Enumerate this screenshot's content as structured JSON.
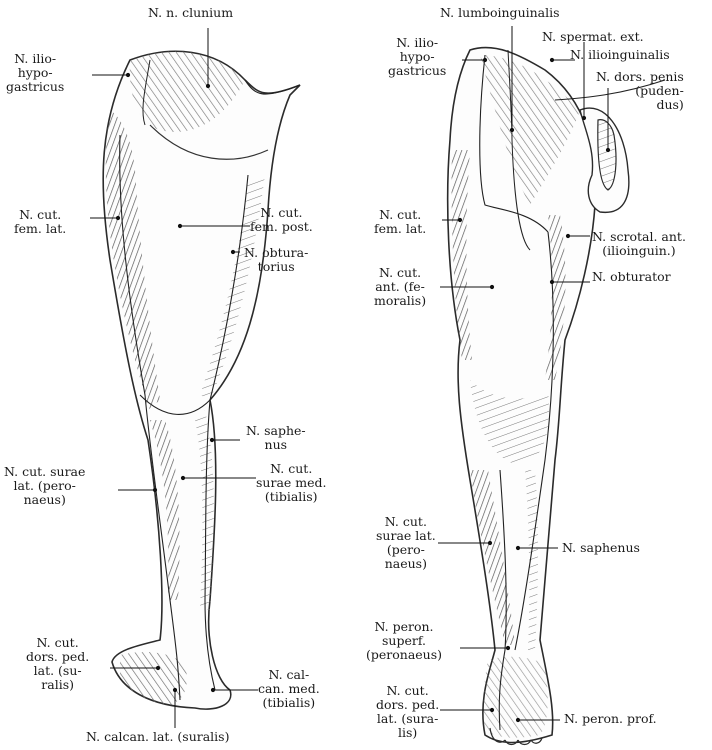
{
  "posterior": {
    "clunium": [
      "N. n. clunium"
    ],
    "iliohypogastricus": [
      "N. ilio-",
      "hypo-",
      "gastricus"
    ],
    "cut_fem_lat": [
      "N. cut.",
      "fem. lat."
    ],
    "cut_fem_post": [
      "N. cut.",
      "fem. post."
    ],
    "obturatorius": [
      "N. obtura-",
      "torius"
    ],
    "saphenus": [
      "N. saphe-",
      "nus"
    ],
    "surae_lat": [
      "N. cut. surae",
      "lat. (pero-",
      "naeus)"
    ],
    "surae_med": [
      "N. cut.",
      "surae med.",
      "(tibialis)"
    ],
    "dors_ped_lat": [
      "N. cut.",
      "dors. ped.",
      "lat. (su-",
      "ralis)"
    ],
    "calcan_med": [
      "N. cal-",
      "can. med.",
      "(tibialis)"
    ],
    "calcan_lat": [
      "N. calcan. lat. (suralis)"
    ]
  },
  "anterior": {
    "lumboinguinalis": [
      "N. lumboinguinalis"
    ],
    "iliohypogastricus": [
      "N. ilio-",
      "hypo-",
      "gastricus"
    ],
    "spermat_ext": [
      "N. spermat. ext."
    ],
    "ilioinguinalis": [
      "N. ilioinguinalis"
    ],
    "dors_penis": [
      "N. dors. penis",
      "(puden-",
      "dus)"
    ],
    "cut_fem_lat": [
      "N. cut.",
      "fem. lat."
    ],
    "scrotal_ant": [
      "N. scrotal. ant.",
      "(ilioinguin.)"
    ],
    "cut_ant": [
      "N. cut.",
      "ant. (fe-",
      "moralis)"
    ],
    "obturator": [
      "N. obturator"
    ],
    "surae_lat": [
      "N. cut.",
      "surae lat.",
      "(pero-",
      "naeus)"
    ],
    "saphenus": [
      "N. saphenus"
    ],
    "peron_superf": [
      "N. peron.",
      "superf.",
      "(peronaeus)"
    ],
    "dors_ped_lat": [
      "N. cut.",
      "dors. ped.",
      "lat. (sura-",
      "lis)"
    ],
    "peron_prof": [
      "N. peron. prof."
    ]
  },
  "colors": {
    "ink": "#1a1a1a",
    "paper": "#ffffff",
    "hatch": "#6b6b6b"
  }
}
